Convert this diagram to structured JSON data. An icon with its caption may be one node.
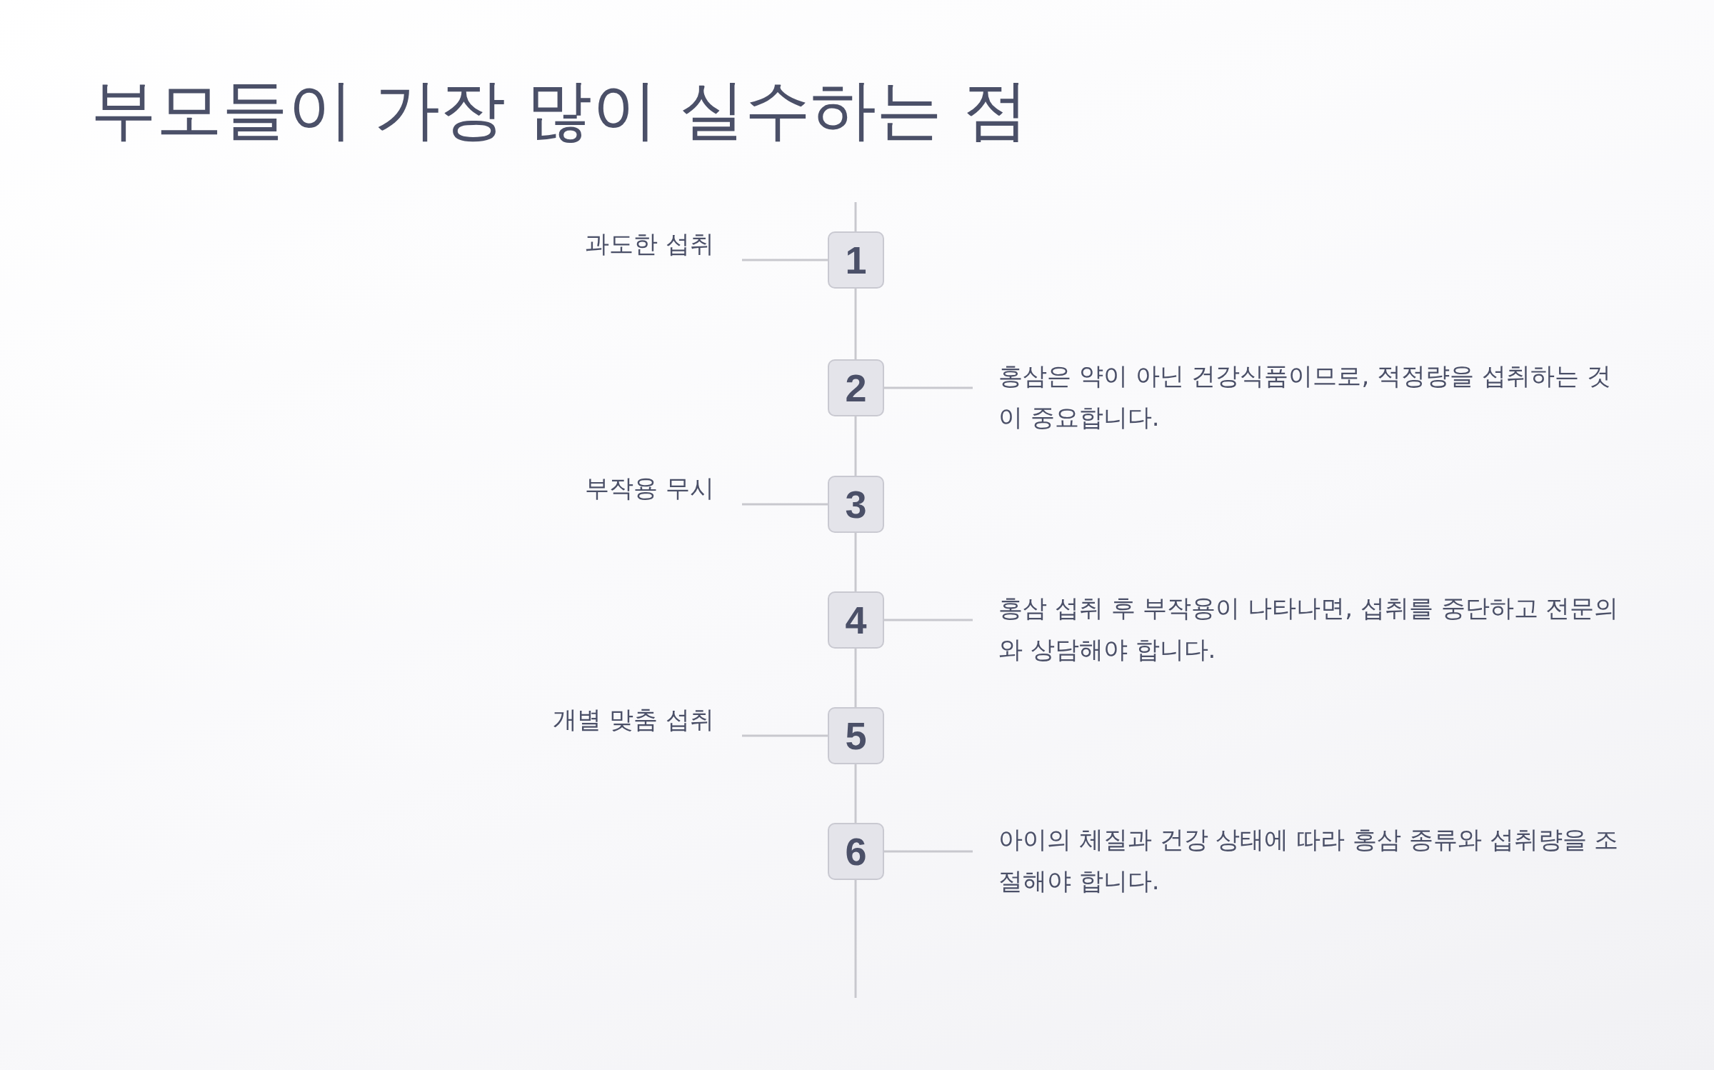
{
  "diagram": {
    "title": "부모들이 가장 많이 실수하는 점",
    "nodes": [
      {
        "text": [
          "과도한 섭취"
        ]
      },
      {
        "text": [
          "1"
        ]
      },
      {
        "text": [
          "2"
        ]
      },
      {
        "text": [
          "홍삼은 약이 아닌 건강식품이므로, 적정량을 섭취하는 것이 중요합니다."
        ]
      },
      {
        "text": [
          "부작용 무시"
        ]
      },
      {
        "text": [
          "3"
        ]
      },
      {
        "text": [
          "4"
        ]
      },
      {
        "text": [
          "홍삼 섭취 후 부작용이 나타나면, 섭취를 중단하고 전문의와 상담해야 합니다."
        ]
      },
      {
        "text": [
          "개별 맞춤 섭취"
        ]
      },
      {
        "text": [
          "5"
        ]
      },
      {
        "text": [
          "6"
        ]
      },
      {
        "text": [
          "아이의 체질과 건강 상태에 따라 홍삼 종류와 섭취량을 조절해야 합니다."
        ]
      }
    ],
    "edges": [
      {
        "from": 1,
        "to": 0,
        "arrow": "none"
      },
      {
        "from": 2,
        "to": 3,
        "arrow": "none"
      },
      {
        "from": 5,
        "to": 4,
        "arrow": "none"
      },
      {
        "from": 6,
        "to": 7,
        "arrow": "none"
      },
      {
        "from": 9,
        "to": 8,
        "arrow": "none"
      },
      {
        "from": 10,
        "to": 11,
        "arrow": "none"
      },
      {
        "from": 1,
        "to": 2,
        "arrow": "none"
      },
      {
        "from": 2,
        "to": 5,
        "arrow": "none"
      },
      {
        "from": 5,
        "to": 6,
        "arrow": "none"
      },
      {
        "from": 6,
        "to": 9,
        "arrow": "none"
      },
      {
        "from": 9,
        "to": 10,
        "arrow": "none"
      }
    ]
  }
}
